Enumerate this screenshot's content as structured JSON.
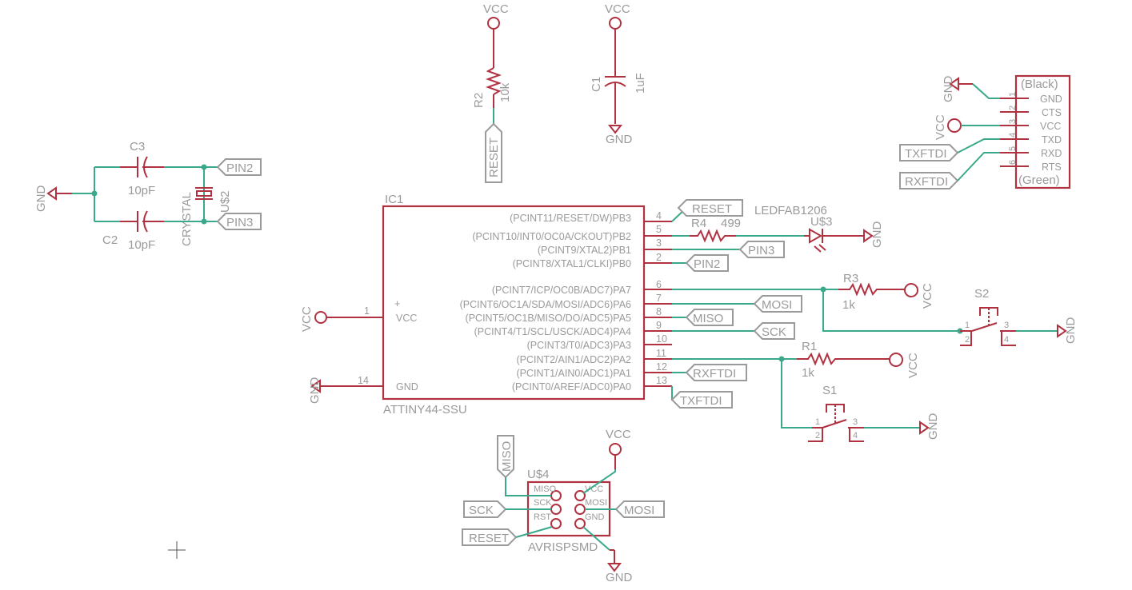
{
  "supply": {
    "vcc": "VCC",
    "gnd": "GND"
  },
  "r2": {
    "name": "R2",
    "value": "10k"
  },
  "c1": {
    "name": "C1",
    "value": "1uF"
  },
  "c3": {
    "name": "C3",
    "value": "10pF"
  },
  "c2": {
    "name": "C2",
    "value": "10pF"
  },
  "crystal": {
    "name": "U$2",
    "value": "CRYSTAL"
  },
  "ic1": {
    "name": "IC1",
    "part": "ATTINY44-SSU",
    "left_pins": [
      {
        "num": "1",
        "name": "VCC"
      },
      {
        "num": "14",
        "name": "GND"
      }
    ],
    "plus": "+",
    "right_pins": [
      {
        "num": "4",
        "name": "(PCINT11/RESET/DW)PB3"
      },
      {
        "num": "5",
        "name": "(PCINT10/INT0/OC0A/CKOUT)PB2"
      },
      {
        "num": "3",
        "name": "(PCINT9/XTAL2)PB1"
      },
      {
        "num": "2",
        "name": "(PCINT8/XTAL1/CLKI)PB0"
      },
      {
        "num": "6",
        "name": "(PCINT7/ICP/OC0B/ADC7)PA7"
      },
      {
        "num": "7",
        "name": "(PCINT6/OC1A/SDA/MOSI/ADC6)PA6"
      },
      {
        "num": "8",
        "name": "(PCINT5/OC1B/MISO/DO/ADC5)PA5"
      },
      {
        "num": "9",
        "name": "(PCINT4/T1/SCL/USCK/ADC4)PA4"
      },
      {
        "num": "10",
        "name": "(PCINT3/T0/ADC3)PA3"
      },
      {
        "num": "11",
        "name": "(PCINT2/AIN1/ADC2)PA2"
      },
      {
        "num": "12",
        "name": "(PCINT1/AIN0/ADC1)PA1"
      },
      {
        "num": "13",
        "name": "(PCINT0/AREF/ADC0)PA0"
      }
    ]
  },
  "nets": {
    "reset": "RESET",
    "pin2": "PIN2",
    "pin3": "PIN3",
    "mosi": "MOSI",
    "miso": "MISO",
    "sck": "SCK",
    "rxftdi": "RXFTDI",
    "txftdi": "TXFTDI"
  },
  "r4": {
    "name": "R4",
    "value": "499"
  },
  "led": {
    "name": "U$3",
    "value": "LEDFAB1206"
  },
  "r3": {
    "name": "R3",
    "value": "1k"
  },
  "r1": {
    "name": "R1",
    "value": "1k"
  },
  "s2": {
    "name": "S2",
    "pins": [
      "1",
      "2",
      "3",
      "4"
    ]
  },
  "s1": {
    "name": "S1",
    "pins": [
      "1",
      "2",
      "3",
      "4"
    ]
  },
  "ftdi": {
    "top": "(Black)",
    "bottom": "(Green)",
    "pins": [
      {
        "num": "1",
        "name": "GND"
      },
      {
        "num": "2",
        "name": "CTS"
      },
      {
        "num": "3",
        "name": "VCC"
      },
      {
        "num": "4",
        "name": "TXD"
      },
      {
        "num": "5",
        "name": "RXD"
      },
      {
        "num": "6",
        "name": "RTS"
      }
    ]
  },
  "isp": {
    "name": "U$4",
    "value": "AVRISPSMD",
    "pins": [
      "MISO",
      "SCK",
      "RST",
      "VCC",
      "MOSI",
      "GND"
    ]
  }
}
